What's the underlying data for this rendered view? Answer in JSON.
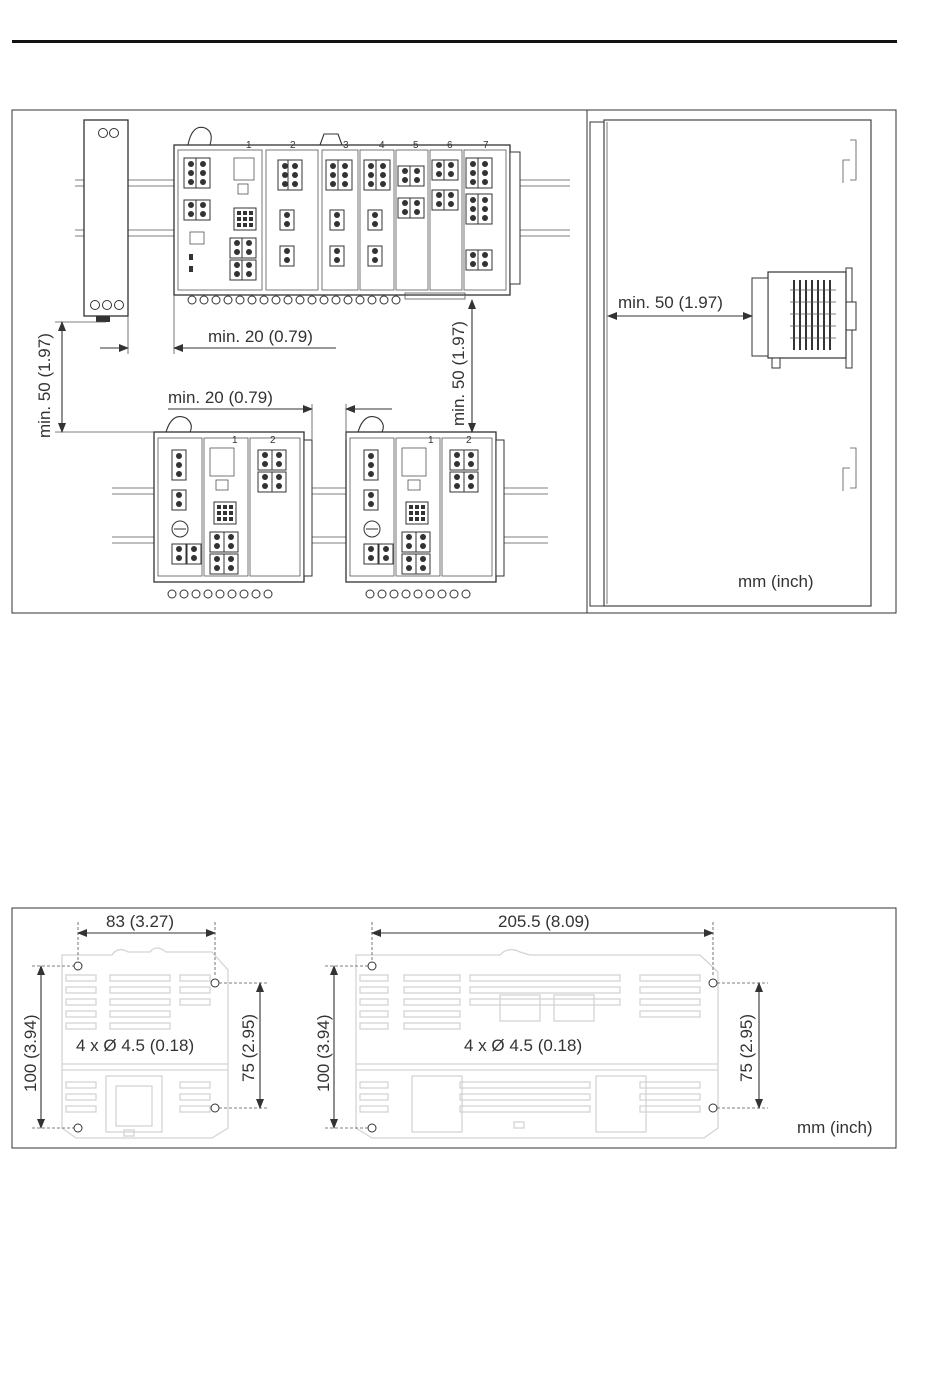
{
  "figure_top": {
    "clearance_side_left": "min. 20 (0.79)",
    "clearance_side_bottom": "min. 20 (0.79)",
    "clearance_vertical_left": "min. 50 (1.97)",
    "clearance_vertical_middle": "min. 50 (1.97)",
    "clearance_front": "min. 50 (1.97)",
    "units": "mm (inch)",
    "slot_numbers": [
      "1",
      "2",
      "3",
      "4",
      "5",
      "6",
      "7"
    ],
    "small_slot_numbers": [
      "1",
      "2"
    ]
  },
  "figure_bottom": {
    "left": {
      "width_dim": "83 (3.27)",
      "height_dim": "100 (3.94)",
      "hole_spacing_dim": "75 (2.95)",
      "holes_label": "4 x Ø 4.5 (0.18)"
    },
    "right": {
      "width_dim": "205.5 (8.09)",
      "height_dim": "100 (3.94)",
      "hole_spacing_dim": "75 (2.95)",
      "holes_label": "4 x Ø 4.5 (0.18)"
    },
    "units": "mm (inch)"
  }
}
